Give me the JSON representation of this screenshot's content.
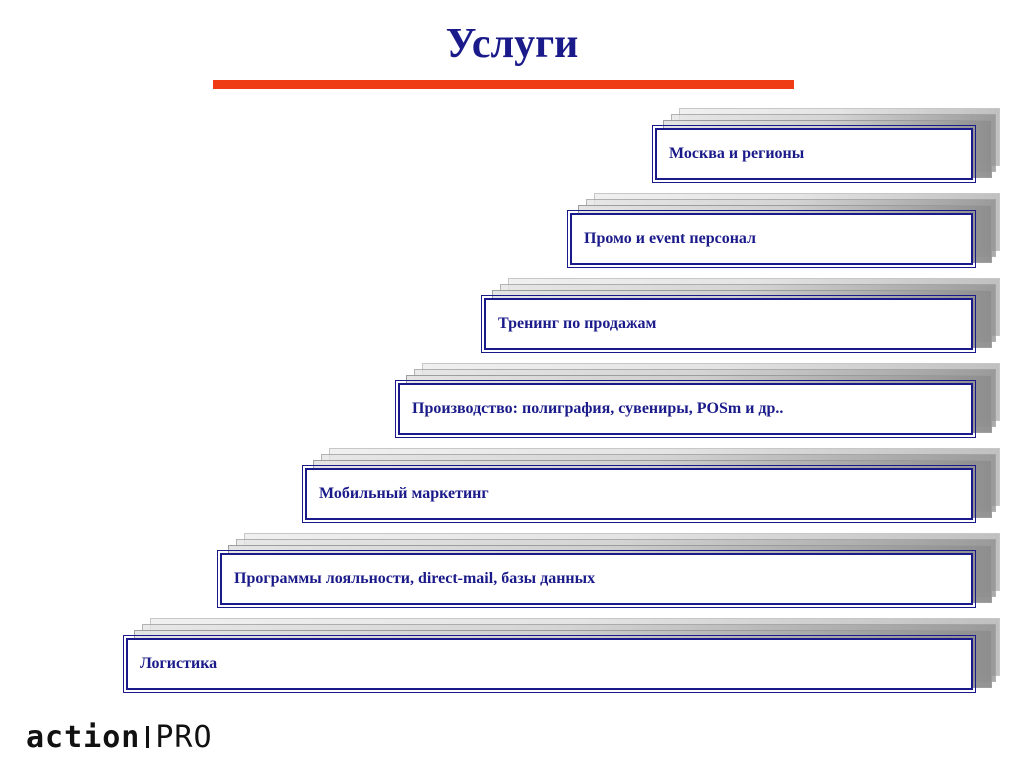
{
  "title": "Услуги",
  "services": [
    {
      "label": "Москва и регионы"
    },
    {
      "label": "Промо и event персонал"
    },
    {
      "label": "Тренинг по продажам"
    },
    {
      "label": "Производство: полиграфия, сувениры, POSm и др.."
    },
    {
      "label": "Мобильный маркетинг"
    },
    {
      "label": "Программы лояльности, direct-mail, базы данных"
    },
    {
      "label": "Логистика"
    }
  ],
  "logo": {
    "main": "action",
    "sub": "PRO"
  },
  "colors": {
    "accent": "#f03c14",
    "title": "#1a1a8a",
    "box_border": "#1a1a8a"
  }
}
